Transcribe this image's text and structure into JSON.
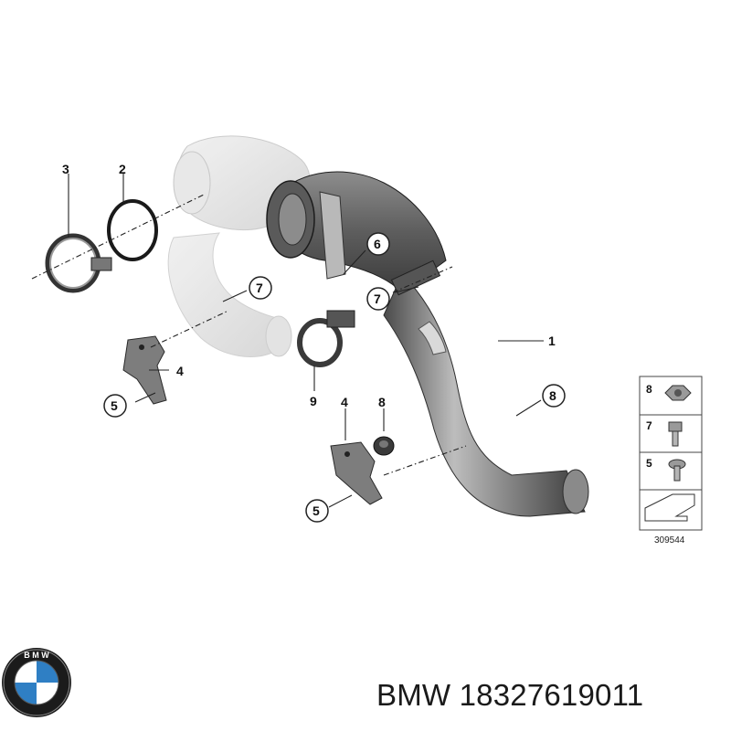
{
  "callouts": [
    "1",
    "2",
    "3",
    "4",
    "4",
    "5",
    "5",
    "6",
    "7",
    "7",
    "8",
    "8",
    "9"
  ],
  "legend": {
    "items": [
      "8",
      "7",
      "5"
    ],
    "reference": "309544"
  },
  "caption": "BMW 18327619011",
  "logo": {
    "text": "B M W",
    "colors": {
      "blue": "#2f7fc4",
      "white": "#ffffff",
      "ring": "#1b1b1b"
    }
  }
}
